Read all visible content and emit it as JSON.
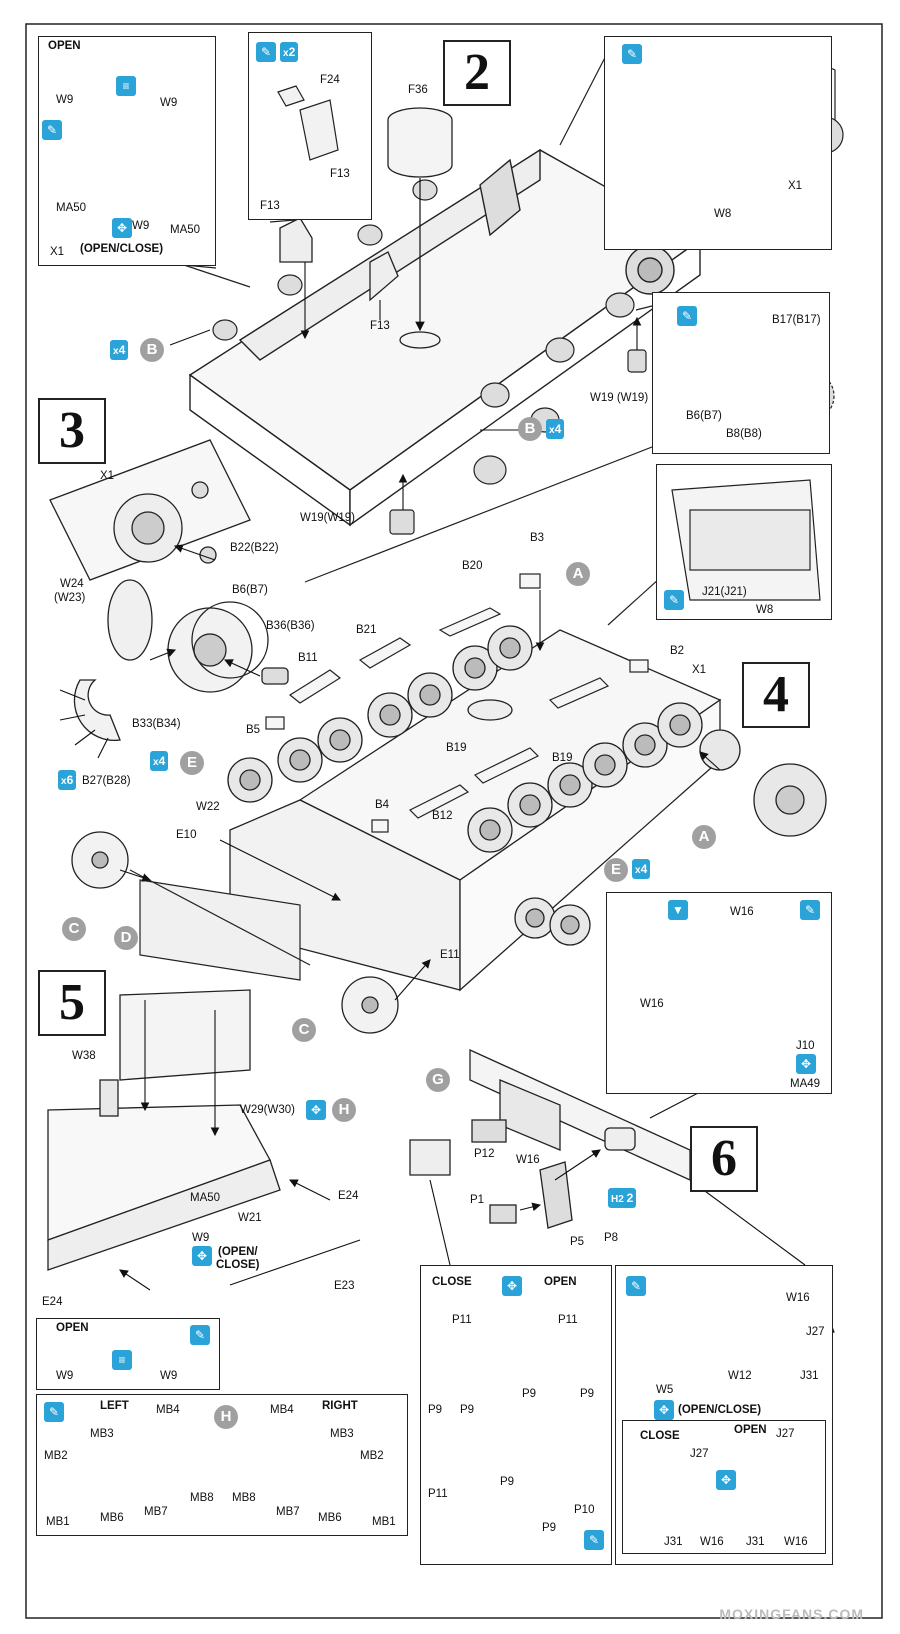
{
  "steps": {
    "s2": "2",
    "s3": "3",
    "s4": "4",
    "s5": "5",
    "s6": "6"
  },
  "step2": {
    "inset_open": {
      "open_label": "OPEN",
      "w9a": "W9",
      "w9b": "W9",
      "w9c": "W9",
      "ma50a": "MA50",
      "ma50b": "MA50",
      "x1": "X1",
      "openclose": "(OPEN/CLOSE)"
    },
    "inset_f": {
      "mult": "2",
      "f24": "F24",
      "f13": "F13"
    },
    "labels": {
      "f36": "F36",
      "f13a": "F13",
      "f13b": "F13",
      "w19a": "W19 (W19)",
      "w19b": "W19(W19)",
      "b_mult": "4",
      "b_mult2": "4",
      "b": "B",
      "b2": "B"
    },
    "inset_w8": {
      "w8": "W8",
      "x1": "X1"
    },
    "inset_b": {
      "b17": "B17(B17)",
      "b6": "B6(B7)",
      "b8": "B8(B8)"
    }
  },
  "step3": {
    "x1": "X1",
    "w24": "W24",
    "w23": "(W23)",
    "b22": "B22(B22)",
    "b6": "B6(B7)",
    "b36": "B36(B36)",
    "b33": "B33(B34)",
    "b27": "B27(B28)",
    "b27_mult": "6"
  },
  "step4": {
    "b3": "B3",
    "b20": "B20",
    "b21": "B21",
    "b11": "B11",
    "b5": "B5",
    "b2": "B2",
    "x1": "X1",
    "b19a": "B19",
    "b19b": "B19",
    "b12": "B12",
    "b4": "B4",
    "w22": "W22",
    "e10": "E10",
    "e11": "E11",
    "e_mult": "4",
    "e_mult2": "4",
    "circles": {
      "a1": "A",
      "a2": "A",
      "e1": "E",
      "e2": "E",
      "c1": "C",
      "c2": "C",
      "d": "D"
    },
    "inset_j": {
      "j21": "J21(J21)",
      "w8": "W8"
    }
  },
  "step5": {
    "w38": "W38",
    "w29": "W29(W30)",
    "h": "H",
    "e24a": "E24",
    "e24b": "E24",
    "ma50": "MA50",
    "w21": "W21",
    "w9": "W9",
    "openclose": "(OPEN/",
    "close2": "CLOSE)",
    "e23": "E23",
    "inset_open": {
      "open_label": "OPEN",
      "w9a": "W9",
      "w9b": "W9"
    },
    "inset_mb": {
      "left": "LEFT",
      "right": "RIGHT",
      "h": "H",
      "left_parts": {
        "mb4": "MB4",
        "mb3": "MB3",
        "mb2": "MB2",
        "mb1": "MB1",
        "mb6": "MB6",
        "mb7": "MB7",
        "mb8": "MB8"
      },
      "right_parts": {
        "mb4": "MB4",
        "mb3": "MB3",
        "mb2": "MB2",
        "mb1": "MB1",
        "mb6": "MB6",
        "mb7": "MB7",
        "mb8": "MB8"
      }
    }
  },
  "step6": {
    "g": "G",
    "w16": "W16",
    "p12": "P12",
    "p1": "P1",
    "p5": "P5",
    "p8": "P8",
    "h2": "2",
    "inset_w16": {
      "w16a": "W16",
      "w16b": "W16",
      "j10": "J10",
      "ma49": "MA49"
    },
    "inset_p": {
      "close": "CLOSE",
      "open": "OPEN",
      "p11a": "P11",
      "p11b": "P11",
      "p11c": "P11",
      "p9a": "P9",
      "p9b": "P9",
      "p9c": "P9",
      "p9d": "P9",
      "p9e": "P9",
      "p9f": "P9",
      "p10": "P10"
    },
    "inset_j27": {
      "w16": "W16",
      "j27": "J27",
      "w12": "W12",
      "j31": "J31",
      "w5": "W5",
      "openclose": "(OPEN/CLOSE)",
      "close": "CLOSE",
      "open": "OPEN",
      "j27b": "J27",
      "j27c": "J27",
      "j31b": "J31",
      "j31c": "J31",
      "w16b": "W16",
      "w16c": "W16"
    }
  },
  "watermark": "MOXINGFANS.COM",
  "colors": {
    "accent": "#2aa3d8",
    "circle": "#a0a0a0",
    "line": "#222222"
  }
}
